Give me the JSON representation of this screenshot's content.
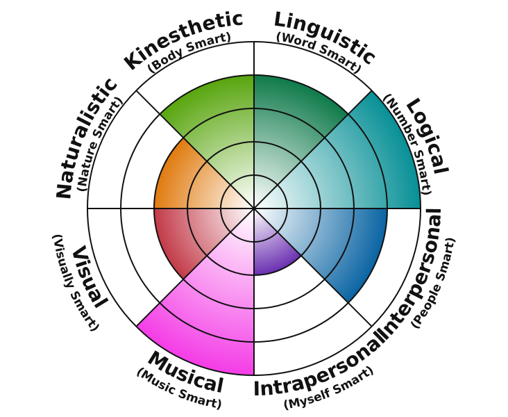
{
  "diagram": {
    "levels": 5,
    "intelligences": [
      {
        "name": "Linguistic",
        "subtitle": "(Word Smart)",
        "score": 4,
        "color": "#0f7a4a"
      },
      {
        "name": "Logical",
        "subtitle": "(Number Smart)",
        "score": 5,
        "color": "#079096"
      },
      {
        "name": "Interpersonal",
        "subtitle": "(People Smart)",
        "score": 4,
        "color": "#0a64a3"
      },
      {
        "name": "Intrapersonal",
        "subtitle": "(Myself Smart)",
        "score": 2,
        "color": "#6a2fb0"
      },
      {
        "name": "Musical",
        "subtitle": "(Music Smart)",
        "score": 5,
        "color": "#f43ce6"
      },
      {
        "name": "Visual",
        "subtitle": "(Visually Smart)",
        "score": 3,
        "color": "#c23a48"
      },
      {
        "name": "Naturalistic",
        "subtitle": "(Nature Smart)",
        "score": 3,
        "color": "#e07a0e"
      },
      {
        "name": "Kinesthetic",
        "subtitle": "(Body Smart)",
        "score": 4,
        "color": "#58a50e"
      }
    ]
  }
}
